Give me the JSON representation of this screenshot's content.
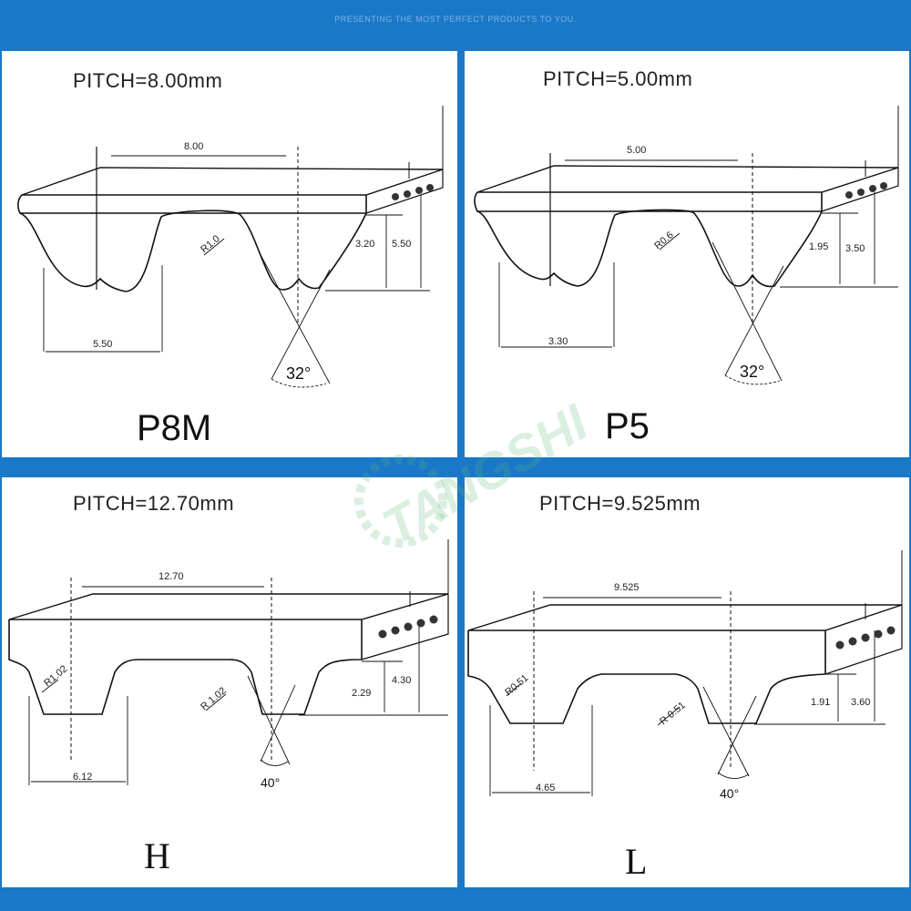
{
  "banner": {
    "text": "PRESENTING THE MOST PERFECT PRODUCTS TO YOU."
  },
  "watermark": {
    "brand": "TANGSHI"
  },
  "panels": {
    "p8m": {
      "pitch": "PITCH=8.00mm",
      "type": "P8M",
      "dims": {
        "pitch": "8.00",
        "tooth_width": "5.50",
        "tooth_height": "3.20",
        "total_height": "5.50",
        "radius": "R1.0",
        "angle": "32°"
      }
    },
    "p5": {
      "pitch": "PITCH=5.00mm",
      "type": "P5",
      "dims": {
        "pitch": "5.00",
        "tooth_width": "3.30",
        "tooth_height": "1.95",
        "total_height": "3.50",
        "radius": "R0.6",
        "angle": "32°"
      }
    },
    "h": {
      "pitch": "PITCH=12.70mm",
      "type": "H",
      "dims": {
        "pitch": "12.70",
        "tooth_width": "6.12",
        "tooth_height": "2.29",
        "total_height": "4.30",
        "radius_left": "R1.02",
        "radius_right": "R 1.02",
        "angle": "40°"
      }
    },
    "l": {
      "pitch": "PITCH=9.525mm",
      "type": "L",
      "dims": {
        "pitch": "9.525",
        "tooth_width": "4.65",
        "tooth_height": "1.91",
        "total_height": "3.60",
        "radius_left": "R0.51",
        "radius_right": "R 0.51",
        "angle": "40°"
      }
    }
  }
}
